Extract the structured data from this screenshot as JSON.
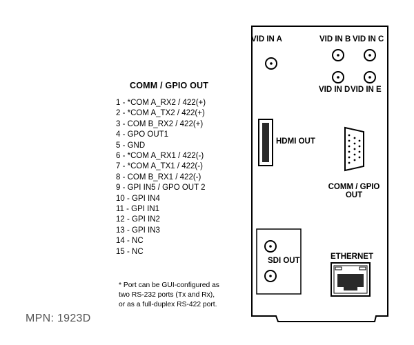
{
  "pinout": {
    "title": "COMM / GPIO  OUT",
    "pins": [
      "1 - *COM A_RX2 / 422(+)",
      "2 - *COM A_TX2 / 422(+)",
      "3 - COM B_RX2 / 422(+)",
      "4 - GPO OUT1",
      "5 - GND",
      "6 - *COM A_RX1 / 422(-)",
      "7 - *COM A_TX1 / 422(-)",
      "8 - COM B_RX1 / 422(-)",
      "9 - GPI IN5 / GPO OUT 2",
      "10 - GPI IN4",
      "11 - GPI IN1",
      "12 - GPI IN2",
      "13 - GPI IN3",
      "14 - NC",
      "15 - NC"
    ],
    "note_lines": [
      "* Port can be GUI-configured as",
      "two RS-232 ports (Tx and Rx),",
      "or as a full-duplex RS-422 port."
    ]
  },
  "mpn": "MPN: 1923D",
  "panel": {
    "vid_in_a": "VID IN A",
    "vid_in_b": "VID IN B",
    "vid_in_c": "VID IN C",
    "vid_in_d": "VID IN D",
    "vid_in_e": "VID IN E",
    "hdmi_out": "HDMI OUT",
    "comm_gpio_out_line1": "COMM / GPIO",
    "comm_gpio_out_line2": "OUT",
    "sdi_out": "SDI OUT",
    "ethernet": "ETHERNET"
  }
}
